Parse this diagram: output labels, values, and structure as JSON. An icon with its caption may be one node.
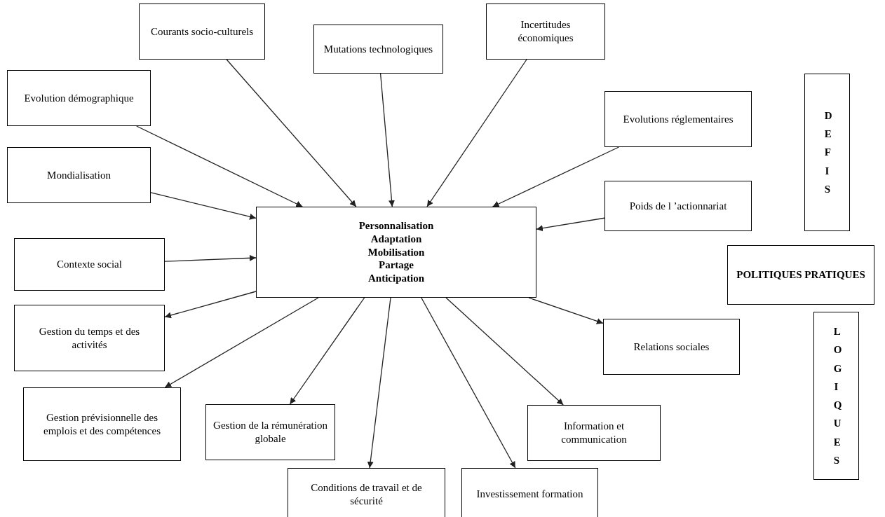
{
  "diagram": {
    "nodes": [
      {
        "text": [
          "Courants socio-culturels"
        ]
      },
      {
        "text": [
          "Mutations technologiques"
        ]
      },
      {
        "text": [
          "Incertitudes économiques"
        ]
      },
      {
        "text": [
          "Evolution démographique"
        ]
      },
      {
        "text": [
          "Evolutions réglementaires"
        ]
      },
      {
        "text": [
          "Mondialisation"
        ]
      },
      {
        "text": [
          "Poids de l ’actionnariat"
        ]
      },
      {
        "text": [
          "DEFIS"
        ]
      },
      {
        "text": [
          "Personnalisation",
          "Adaptation",
          "Mobilisation",
          "Partage",
          "Anticipation"
        ]
      },
      {
        "text": [
          "Contexte social"
        ]
      },
      {
        "text": [
          "POLITIQUES PRATIQUES"
        ]
      },
      {
        "text": [
          "Gestion du temps et des activités"
        ]
      },
      {
        "text": [
          "Relations sociales"
        ]
      },
      {
        "text": [
          "LOGIQUES"
        ]
      },
      {
        "text": [
          "Gestion prévisionnelle des emplois et des compétences"
        ]
      },
      {
        "text": [
          "Gestion de la rémunération globale"
        ]
      },
      {
        "text": [
          "Information et communication"
        ]
      },
      {
        "text": [
          "Conditions de travail et de sécurité"
        ]
      },
      {
        "text": [
          "Investissement formation"
        ]
      }
    ],
    "edges": [
      {
        "from": 3,
        "to": 8,
        "arrow": "to"
      },
      {
        "from": 0,
        "to": 8,
        "arrow": "to"
      },
      {
        "from": 1,
        "to": 8,
        "arrow": "to"
      },
      {
        "from": 2,
        "to": 8,
        "arrow": "to"
      },
      {
        "from": 4,
        "to": 8,
        "arrow": "to"
      },
      {
        "from": 5,
        "to": 8,
        "arrow": "to"
      },
      {
        "from": 6,
        "to": 8,
        "arrow": "to"
      },
      {
        "from": 9,
        "to": 8,
        "arrow": "to"
      },
      {
        "from": 8,
        "to": 11,
        "arrow": "to"
      },
      {
        "from": 8,
        "to": 14,
        "arrow": "to"
      },
      {
        "from": 8,
        "to": 15,
        "arrow": "to"
      },
      {
        "from": 8,
        "to": 17,
        "arrow": "to"
      },
      {
        "from": 8,
        "to": 18,
        "arrow": "to"
      },
      {
        "from": 8,
        "to": 16,
        "arrow": "to"
      },
      {
        "from": 8,
        "to": 12,
        "arrow": "to"
      }
    ]
  }
}
